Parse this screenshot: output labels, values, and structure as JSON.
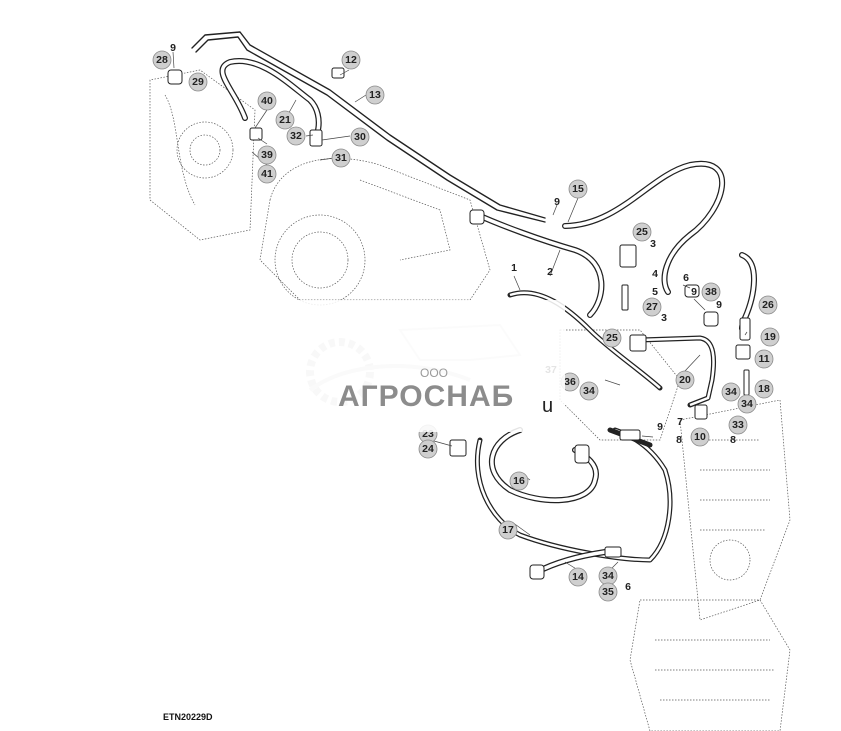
{
  "reference_code": "ETN20229D",
  "watermark": {
    "small_text": "ООО",
    "main_text": "АГРОСНАБ",
    "tail_text": "u"
  },
  "callouts": [
    "28",
    "9",
    "29",
    "12",
    "13",
    "40",
    "21",
    "32",
    "30",
    "39",
    "31",
    "41",
    "15",
    "9",
    "25",
    "3",
    "2",
    "1",
    "4",
    "5",
    "6",
    "9",
    "38",
    "9",
    "26",
    "27",
    "3",
    "19",
    "25",
    "11",
    "37",
    "36",
    "34",
    "20",
    "34",
    "18",
    "34",
    "33",
    "7",
    "9",
    "10",
    "8",
    "8",
    "23",
    "24",
    "16",
    "17",
    "14",
    "34",
    "6",
    "35"
  ]
}
